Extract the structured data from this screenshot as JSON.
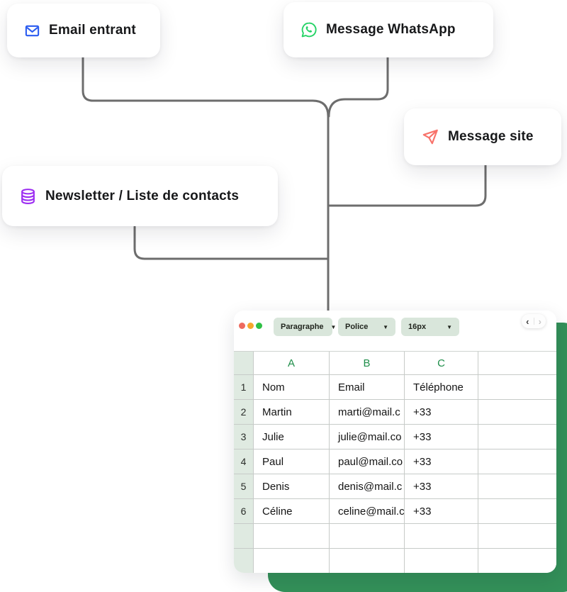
{
  "cards": {
    "email": {
      "label": "Email entrant"
    },
    "whatsapp": {
      "label": "Message WhatsApp"
    },
    "site": {
      "label": "Message site"
    },
    "newsletter": {
      "label": "Newsletter / Liste de contacts"
    }
  },
  "window": {
    "toolbar": {
      "dropdowns": [
        {
          "label": "Paragraphe"
        },
        {
          "label": "Police"
        },
        {
          "label": "16px"
        }
      ],
      "nav": {
        "back": "‹",
        "forward": "›"
      }
    },
    "spreadsheet": {
      "column_headers": [
        "A",
        "B",
        "C",
        ""
      ],
      "rows": [
        {
          "num": "1",
          "cells": [
            "Nom",
            "Email",
            "Téléphone",
            ""
          ]
        },
        {
          "num": "2",
          "cells": [
            "Martin",
            "marti@mail.c",
            "+33",
            ""
          ]
        },
        {
          "num": "3",
          "cells": [
            "Julie",
            "julie@mail.co",
            "+33",
            ""
          ]
        },
        {
          "num": "4",
          "cells": [
            "Paul",
            "paul@mail.co",
            "+33",
            ""
          ]
        },
        {
          "num": "5",
          "cells": [
            "Denis",
            "denis@mail.c",
            "+33",
            ""
          ]
        },
        {
          "num": "6",
          "cells": [
            "Céline",
            "celine@mail.c",
            "+33",
            ""
          ]
        },
        {
          "num": "",
          "cells": [
            "",
            "",
            "",
            ""
          ]
        },
        {
          "num": "",
          "cells": [
            "",
            "",
            "",
            ""
          ]
        }
      ]
    }
  },
  "colors": {
    "accent_green_backdrop": "#339059",
    "column_header_green": "#1f8e4a",
    "mint_fill": "#d9e6db",
    "connector_gray": "#6d6d6d",
    "icon_email_blue": "#2b5cf0",
    "icon_whatsapp_green": "#25d366",
    "icon_site_coral": "#f8736b",
    "icon_newsletter_purple": "#9c2cf2",
    "traffic_red": "#ee6a5f",
    "traffic_yellow": "#f5a72c",
    "traffic_green": "#2fc045"
  }
}
